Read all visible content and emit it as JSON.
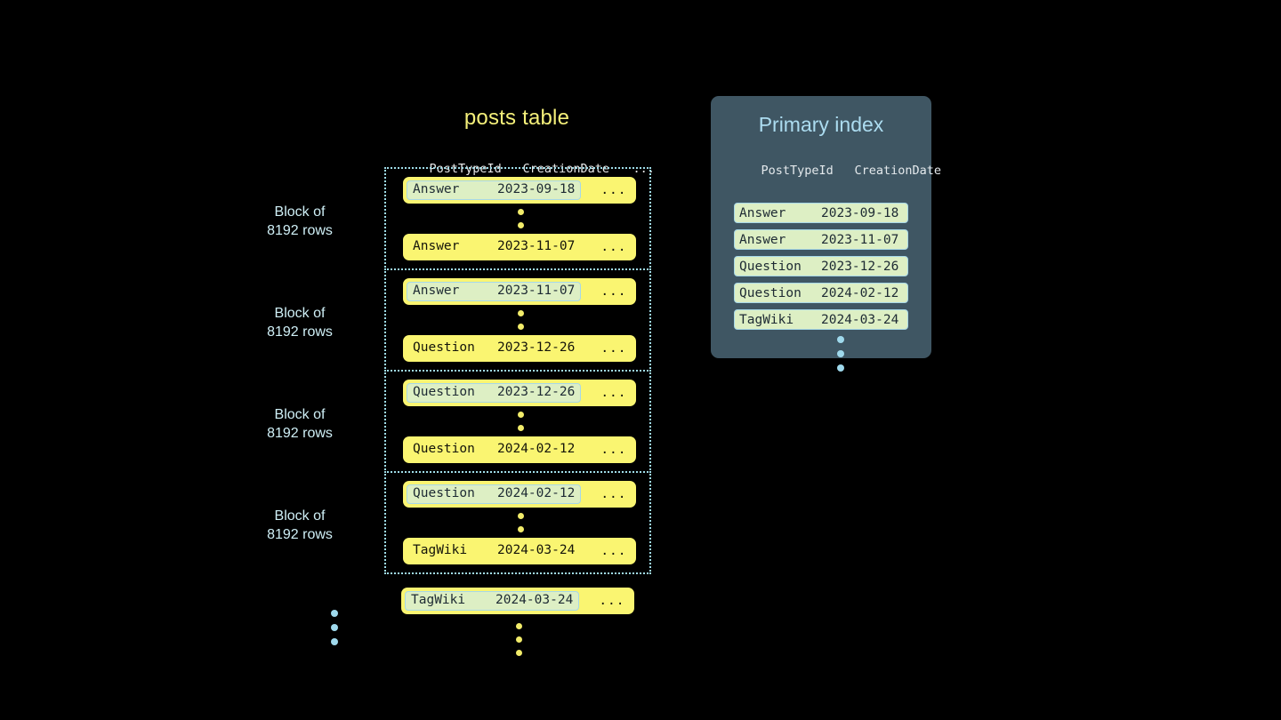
{
  "posts_table": {
    "title": "posts table",
    "columns": {
      "post_type_id": "PostTypeId",
      "creation_date": "CreationDate",
      "rest": "..."
    },
    "row_rest": "...",
    "block_label": "Block of\n8192 rows",
    "blocks": [
      {
        "label_line1": "Block of",
        "label_line2": "8192 rows",
        "top_row": {
          "type": "Answer",
          "date": "2023-09-18",
          "highlighted": true
        },
        "bottom_row": {
          "type": "Answer",
          "date": "2023-11-07",
          "highlighted": false
        }
      },
      {
        "label_line1": "Block of",
        "label_line2": "8192 rows",
        "top_row": {
          "type": "Answer",
          "date": "2023-11-07",
          "highlighted": true
        },
        "bottom_row": {
          "type": "Question",
          "date": "2023-12-26",
          "highlighted": false
        }
      },
      {
        "label_line1": "Block of",
        "label_line2": "8192 rows",
        "top_row": {
          "type": "Question",
          "date": "2023-12-26",
          "highlighted": true
        },
        "bottom_row": {
          "type": "Question",
          "date": "2024-02-12",
          "highlighted": false
        }
      },
      {
        "label_line1": "Block of",
        "label_line2": "8192 rows",
        "top_row": {
          "type": "Question",
          "date": "2024-02-12",
          "highlighted": true
        },
        "bottom_row": {
          "type": "TagWiki",
          "date": "2024-03-24",
          "highlighted": false
        }
      }
    ],
    "trailing_row": {
      "type": "TagWiki",
      "date": "2024-03-24",
      "highlighted": true
    }
  },
  "primary_index": {
    "title": "Primary index",
    "columns": {
      "post_type_id": "PostTypeId",
      "creation_date": "CreationDate"
    },
    "entries": [
      {
        "type": "Answer",
        "date": "2023-09-18"
      },
      {
        "type": "Answer",
        "date": "2023-11-07"
      },
      {
        "type": "Question",
        "date": "2023-12-26"
      },
      {
        "type": "Question",
        "date": "2024-02-12"
      },
      {
        "type": "TagWiki",
        "date": "2024-03-24"
      }
    ]
  },
  "colors": {
    "background": "#000000",
    "row_yellow": "#FAF571",
    "highlight_green": "#DDEFC4",
    "highlight_border_blue": "#A7D8E8",
    "block_border_blue": "#9FDCE8",
    "title_yellow": "#F5F07A",
    "label_blue": "#CFEFF6",
    "panel_slate": "#3F5663",
    "panel_title_blue": "#ACDCF0",
    "dot_yellow": "#F2EC6A",
    "dot_blue": "#9FD9EC"
  }
}
